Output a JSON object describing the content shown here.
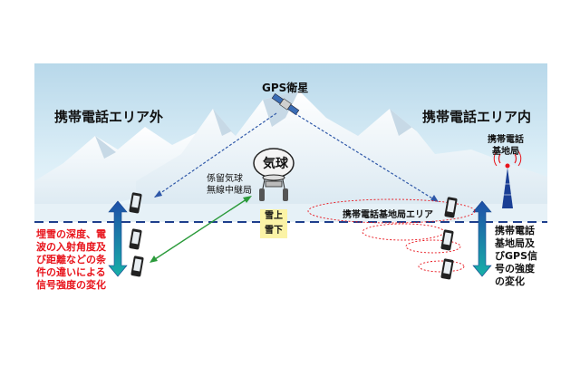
{
  "labels": {
    "gps_satellite": "GPS衛星",
    "outside_area": "携帯電話エリア外",
    "inside_area": "携帯電話エリア内",
    "base_station": "携帯電話\n基地局",
    "balloon_char": "気球",
    "relay_caption": "係留気球\n無線中継局",
    "snow_above": "雪上",
    "snow_below": "雪下",
    "base_area": "携帯電話基地局エリア",
    "left_note": "埋雪の深度、電波の入射角度及び距離などの条件の違いによる信号強度の変化",
    "right_note": "携帯電話\n基地局及\nびGPS信\n号の強度\nの変化"
  },
  "colors": {
    "sky_top": "#c8e2f0",
    "mountain": "#f2f7fb",
    "snow_line": "#1f3f8c",
    "red_text": "#e8141c",
    "arrow_top": "#1e4fa8",
    "arrow_bottom": "#1aa6a8",
    "green_link": "#2a9a3a",
    "label_bg": "#fbf3a6"
  }
}
